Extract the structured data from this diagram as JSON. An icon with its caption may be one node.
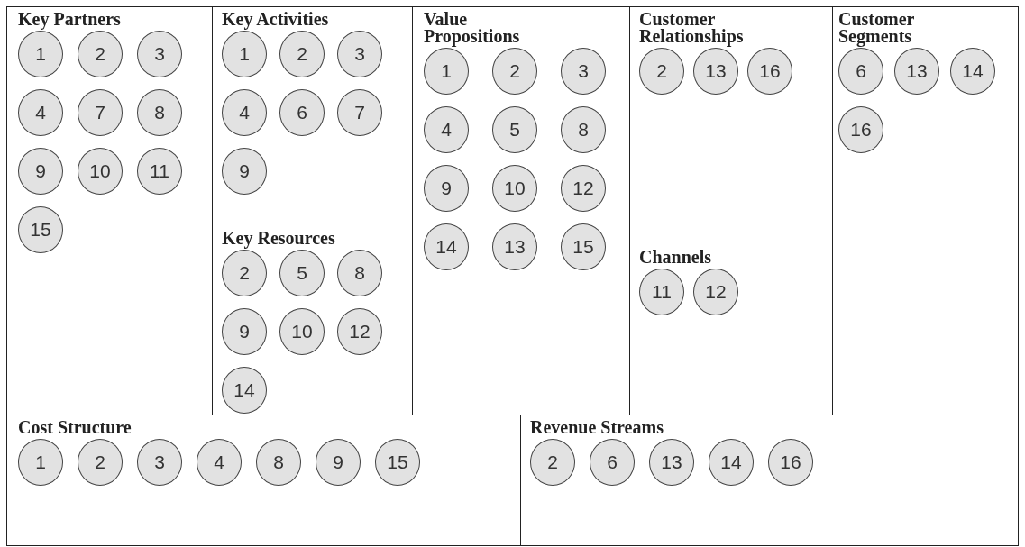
{
  "diagram": {
    "nodes": [
      {
        "text": [
          "Key Partners"
        ]
      },
      {
        "text": [
          "1"
        ],
        "in": 0
      },
      {
        "text": [
          "2"
        ],
        "in": 0
      },
      {
        "text": [
          "3"
        ],
        "in": 0
      },
      {
        "text": [
          "4"
        ],
        "in": 0
      },
      {
        "text": [
          "7"
        ],
        "in": 0
      },
      {
        "text": [
          "8"
        ],
        "in": 0
      },
      {
        "text": [
          "9"
        ],
        "in": 0
      },
      {
        "text": [
          "10"
        ],
        "in": 0
      },
      {
        "text": [
          "11"
        ],
        "in": 0
      },
      {
        "text": [
          "15"
        ],
        "in": 0
      },
      {
        "text": [
          "Key Activities"
        ]
      },
      {
        "text": [
          "1"
        ],
        "in": 11
      },
      {
        "text": [
          "2"
        ],
        "in": 11
      },
      {
        "text": [
          "3"
        ],
        "in": 11
      },
      {
        "text": [
          "4"
        ],
        "in": 11
      },
      {
        "text": [
          "6"
        ],
        "in": 11
      },
      {
        "text": [
          "7"
        ],
        "in": 11
      },
      {
        "text": [
          "9"
        ],
        "in": 11
      },
      {
        "text": [
          "Key Resources"
        ]
      },
      {
        "text": [
          "2"
        ],
        "in": 19
      },
      {
        "text": [
          "5"
        ],
        "in": 19
      },
      {
        "text": [
          "8"
        ],
        "in": 19
      },
      {
        "text": [
          "9"
        ],
        "in": 19
      },
      {
        "text": [
          "10"
        ],
        "in": 19
      },
      {
        "text": [
          "12"
        ],
        "in": 19
      },
      {
        "text": [
          "14"
        ],
        "in": 19
      },
      {
        "text": [
          "Value Propositions"
        ]
      },
      {
        "text": [
          "1"
        ],
        "in": 27
      },
      {
        "text": [
          "2"
        ],
        "in": 27
      },
      {
        "text": [
          "3"
        ],
        "in": 27
      },
      {
        "text": [
          "4"
        ],
        "in": 27
      },
      {
        "text": [
          "5"
        ],
        "in": 27
      },
      {
        "text": [
          "8"
        ],
        "in": 27
      },
      {
        "text": [
          "9"
        ],
        "in": 27
      },
      {
        "text": [
          "10"
        ],
        "in": 27
      },
      {
        "text": [
          "12"
        ],
        "in": 27
      },
      {
        "text": [
          "14"
        ],
        "in": 27
      },
      {
        "text": [
          "13"
        ],
        "in": 27
      },
      {
        "text": [
          "15"
        ],
        "in": 27
      },
      {
        "text": [
          "Customer Relationships"
        ]
      },
      {
        "text": [
          "2"
        ],
        "in": 40
      },
      {
        "text": [
          "13"
        ],
        "in": 40
      },
      {
        "text": [
          "16"
        ],
        "in": 40
      },
      {
        "text": [
          "Channels"
        ]
      },
      {
        "text": [
          "11"
        ],
        "in": 44
      },
      {
        "text": [
          "12"
        ],
        "in": 44
      },
      {
        "text": [
          "Customer Segments"
        ]
      },
      {
        "text": [
          "6"
        ],
        "in": 47
      },
      {
        "text": [
          "13"
        ],
        "in": 47
      },
      {
        "text": [
          "14"
        ],
        "in": 47
      },
      {
        "text": [
          "16"
        ],
        "in": 47
      },
      {
        "text": [
          "Cost Structure"
        ]
      },
      {
        "text": [
          "1"
        ],
        "in": 52
      },
      {
        "text": [
          "2"
        ],
        "in": 52
      },
      {
        "text": [
          "3"
        ],
        "in": 52
      },
      {
        "text": [
          "4"
        ],
        "in": 52
      },
      {
        "text": [
          "8"
        ],
        "in": 52
      },
      {
        "text": [
          "9"
        ],
        "in": 52
      },
      {
        "text": [
          "15"
        ],
        "in": 52
      },
      {
        "text": [
          "Revenue Streams"
        ]
      },
      {
        "text": [
          "2"
        ],
        "in": 60
      },
      {
        "text": [
          "6"
        ],
        "in": 60
      },
      {
        "text": [
          "13"
        ],
        "in": 60
      },
      {
        "text": [
          "14"
        ],
        "in": 60
      },
      {
        "text": [
          "16"
        ],
        "in": 60
      }
    ]
  }
}
